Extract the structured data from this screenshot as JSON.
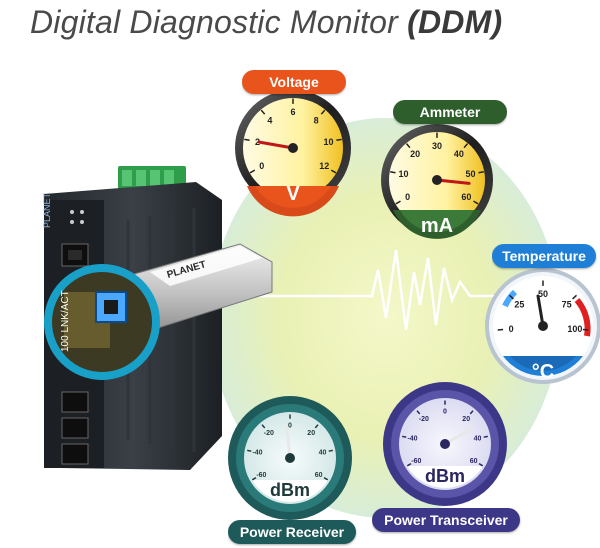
{
  "title": {
    "main": "Digital Diagnostic Monitor",
    "accent": "(DDM)"
  },
  "colors": {
    "voltage": "#e8541b",
    "ammeter": "#2f5e2d",
    "temperature": "#1f7fd6",
    "power_receiver": "#1f5a5a",
    "power_transceiver": "#3d3788",
    "glow": "#e9f0a8"
  },
  "device": {
    "brand": "PLANET",
    "port_label": "100 LNK/ACT",
    "sfp_brand": "PLANET"
  },
  "gauges": {
    "voltage": {
      "label": "Voltage",
      "unit": "V",
      "ticks": [
        "0",
        "2",
        "4",
        "6",
        "8",
        "10",
        "12"
      ],
      "value": 2
    },
    "ammeter": {
      "label": "Ammeter",
      "unit": "mA",
      "ticks": [
        "0",
        "10",
        "20",
        "30",
        "40",
        "50",
        "60"
      ],
      "value": 54
    },
    "temperature": {
      "label": "Temperature",
      "unit": "°C",
      "ticks": [
        "0",
        "25",
        "50",
        "75",
        "100"
      ],
      "value": 45
    },
    "power_receiver": {
      "label": "Power Receiver",
      "unit": "dBm",
      "ticks": [
        "-60",
        "-40",
        "-20",
        "0",
        "20",
        "40",
        "60"
      ],
      "value": -3
    },
    "power_transceiver": {
      "label": "Power Transceiver",
      "unit": "dBm",
      "ticks": [
        "-60",
        "-40",
        "-20",
        "0",
        "20",
        "40",
        "60"
      ],
      "value": 30
    }
  }
}
